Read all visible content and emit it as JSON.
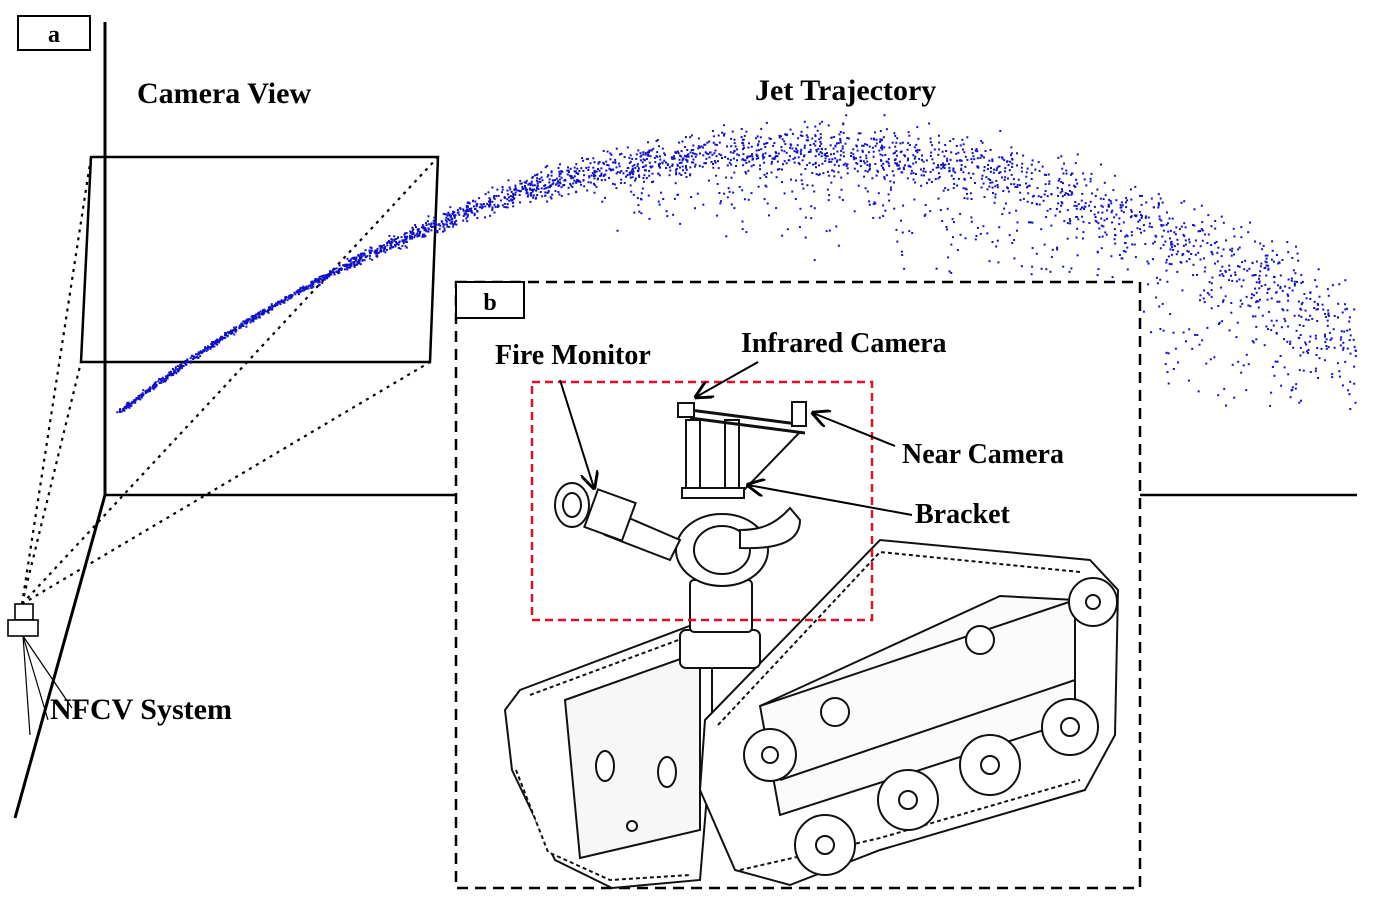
{
  "panels": {
    "a": "a",
    "b": "b"
  },
  "labels": {
    "camera_view": "Camera View",
    "jet_trajectory": "Jet Trajectory",
    "nfcv_system": "NFCV System",
    "fire_monitor": "Fire Monitor",
    "infrared_camera": "Infrared Camera",
    "near_camera": "Near Camera",
    "bracket": "Bracket"
  },
  "colors": {
    "jet": "#1010c8",
    "highlight_box": "#e0102a",
    "ink": "#000000"
  }
}
